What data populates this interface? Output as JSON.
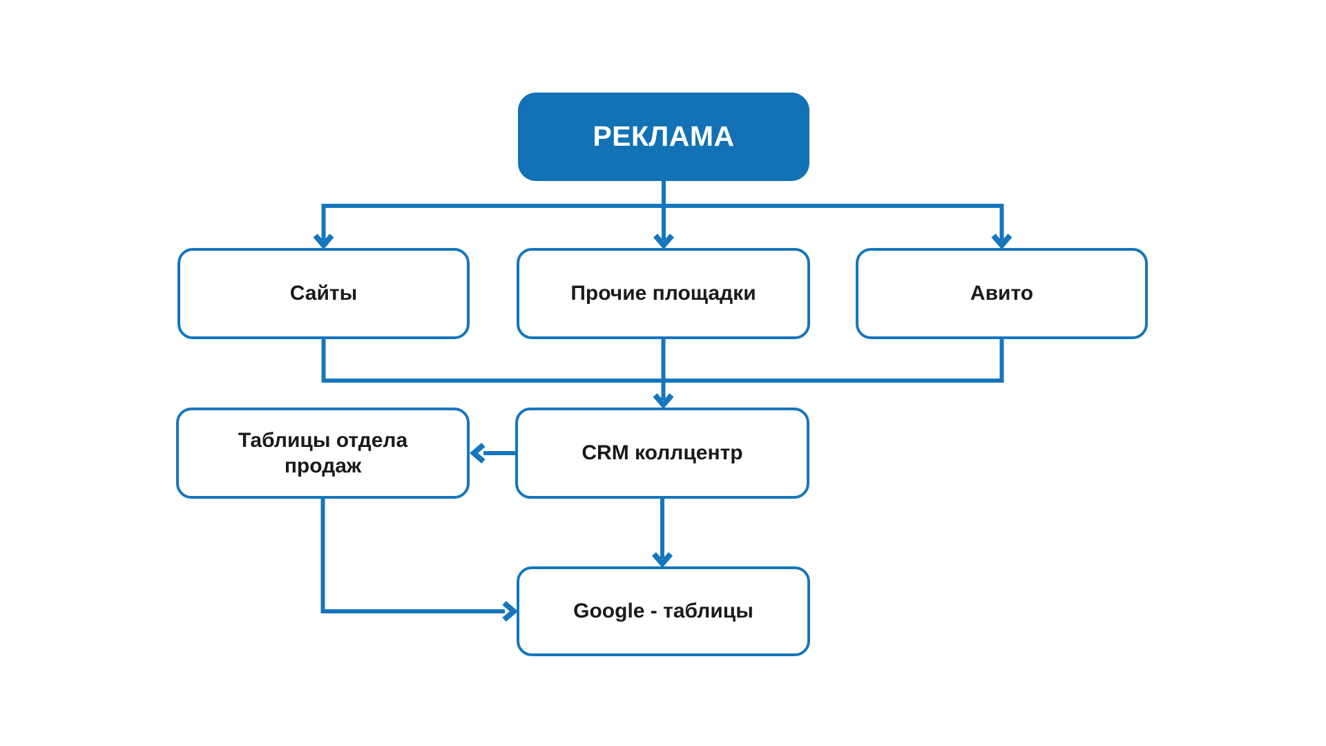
{
  "diagram": {
    "type": "flowchart",
    "nodes": {
      "reklama": {
        "label": "РЕКЛАМА",
        "style": "primary-filled"
      },
      "sites": {
        "label": "Сайты",
        "style": "outlined"
      },
      "other_platforms": {
        "label": "Прочие площадки",
        "style": "outlined"
      },
      "avito": {
        "label": "Авито",
        "style": "outlined"
      },
      "sales_tables": {
        "label": "Таблицы отдела продаж",
        "style": "outlined"
      },
      "crm": {
        "label": "CRM коллцентр",
        "style": "outlined"
      },
      "google_sheets": {
        "label": "Google - таблицы",
        "style": "outlined"
      }
    },
    "edges": [
      {
        "from": "reklama",
        "to": "sites"
      },
      {
        "from": "reklama",
        "to": "other_platforms"
      },
      {
        "from": "reklama",
        "to": "avito"
      },
      {
        "from": "sites",
        "to": "crm"
      },
      {
        "from": "other_platforms",
        "to": "crm"
      },
      {
        "from": "avito",
        "to": "crm"
      },
      {
        "from": "crm",
        "to": "sales_tables"
      },
      {
        "from": "crm",
        "to": "google_sheets"
      },
      {
        "from": "sales_tables",
        "to": "google_sheets"
      }
    ],
    "colors": {
      "background": "#FFFFFF",
      "primary_fill": "#1272B5",
      "connector": "#1576BD",
      "node_border": "#1576BD",
      "node_fill": "#FFFFFF",
      "label_text": "#1A1A1A",
      "title_text": "#FFFFFF"
    }
  }
}
